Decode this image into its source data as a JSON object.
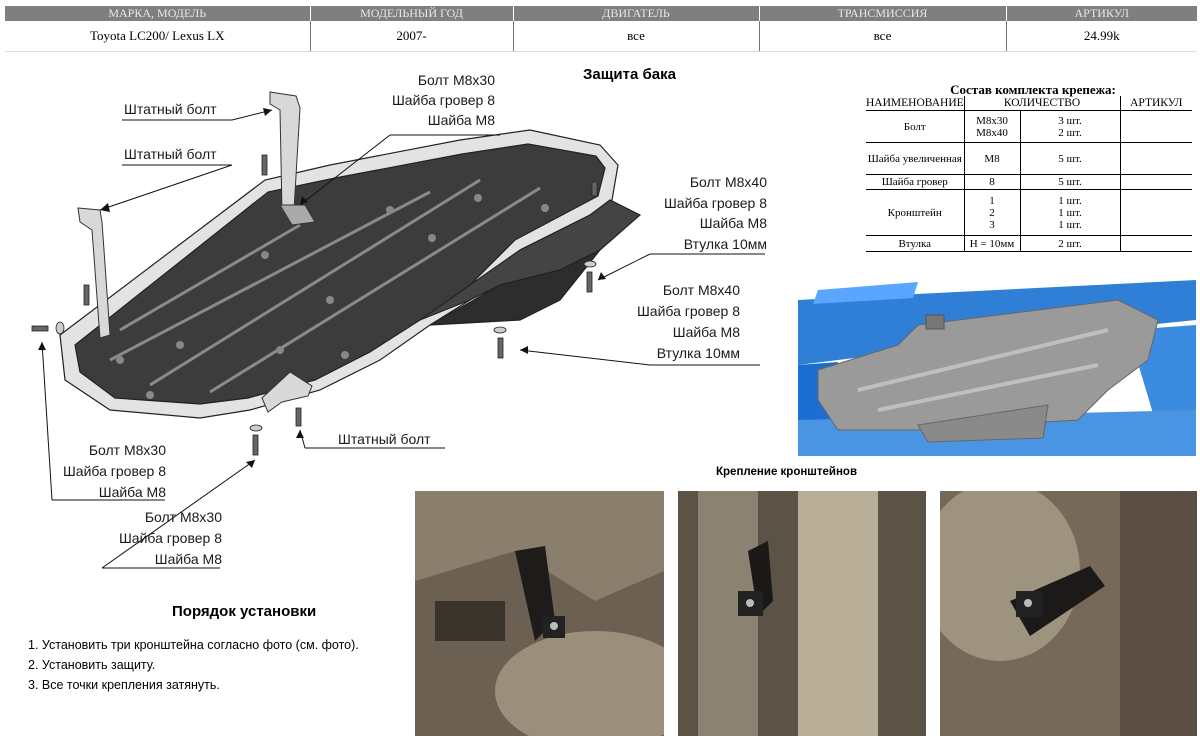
{
  "header_table": {
    "columns": [
      "МАРКА, МОДЕЛЬ",
      "МОДЕЛЬНЫЙ ГОД",
      "ДВИГАТЕЛЬ",
      "ТРАНСМИССИЯ",
      "АРТИКУЛ"
    ],
    "row": [
      "Toyota LC200/  Lexus  LX",
      "2007-",
      "все",
      "все",
      "24.99k"
    ]
  },
  "diagram": {
    "title": "Защита бака",
    "callouts": {
      "std_bolt_1": "Штатный болт",
      "std_bolt_2": "Штатный болт",
      "std_bolt_3": "Штатный болт",
      "group_top": [
        "Болт М8х30",
        "Шайба гровер 8",
        "Шайба М8"
      ],
      "group_right_1": [
        "Болт М8х40",
        "Шайба гровер 8",
        "Шайба М8",
        "Втулка 10мм"
      ],
      "group_right_2": [
        "Болт М8х40",
        "Шайба гровер 8",
        "Шайба М8",
        "Втулка 10мм"
      ],
      "group_left_1": [
        "Болт М8х30",
        "Шайба гровер 8",
        "Шайба М8"
      ],
      "group_left_2": [
        "Болт М8х30",
        "Шайба гровер 8",
        "Шайба М8"
      ]
    }
  },
  "kit": {
    "title": "Состав  комплекта  крепежа:",
    "headers": [
      "НАИМЕНОВАНИЕ",
      "КОЛИЧЕСТВО",
      "АРТИКУЛ"
    ],
    "rows": [
      {
        "name": "Болт",
        "sizes": [
          "М8х30",
          "М8х40"
        ],
        "qty": [
          "3 шт.",
          "2 шт."
        ]
      },
      {
        "name": "Шайба увеличенная",
        "sizes": [
          "М8"
        ],
        "qty": [
          "5 шт."
        ]
      },
      {
        "name": "Шайба гровер",
        "sizes": [
          "8"
        ],
        "qty": [
          "5 шт."
        ]
      },
      {
        "name": "Кронштейн",
        "sizes": [
          "1",
          "2",
          "3"
        ],
        "qty": [
          "1 шт.",
          "1 шт.",
          "1 шт."
        ]
      },
      {
        "name": "Втулка",
        "sizes": [
          "H = 10мм"
        ],
        "qty": [
          "2 шт."
        ]
      }
    ]
  },
  "photos_title": "Крепление кронштейнов",
  "install": {
    "title": "Порядок установки",
    "steps": [
      "1. Установить три кронштейна согласно фото (см. фото).",
      "2. Установить защиту.",
      "3. Все точки крепления затянуть."
    ]
  },
  "colors": {
    "header_bg": "#7f7f7f",
    "scan_blue": "#2f7fd6",
    "plate_grey": "#9a9a9a"
  }
}
